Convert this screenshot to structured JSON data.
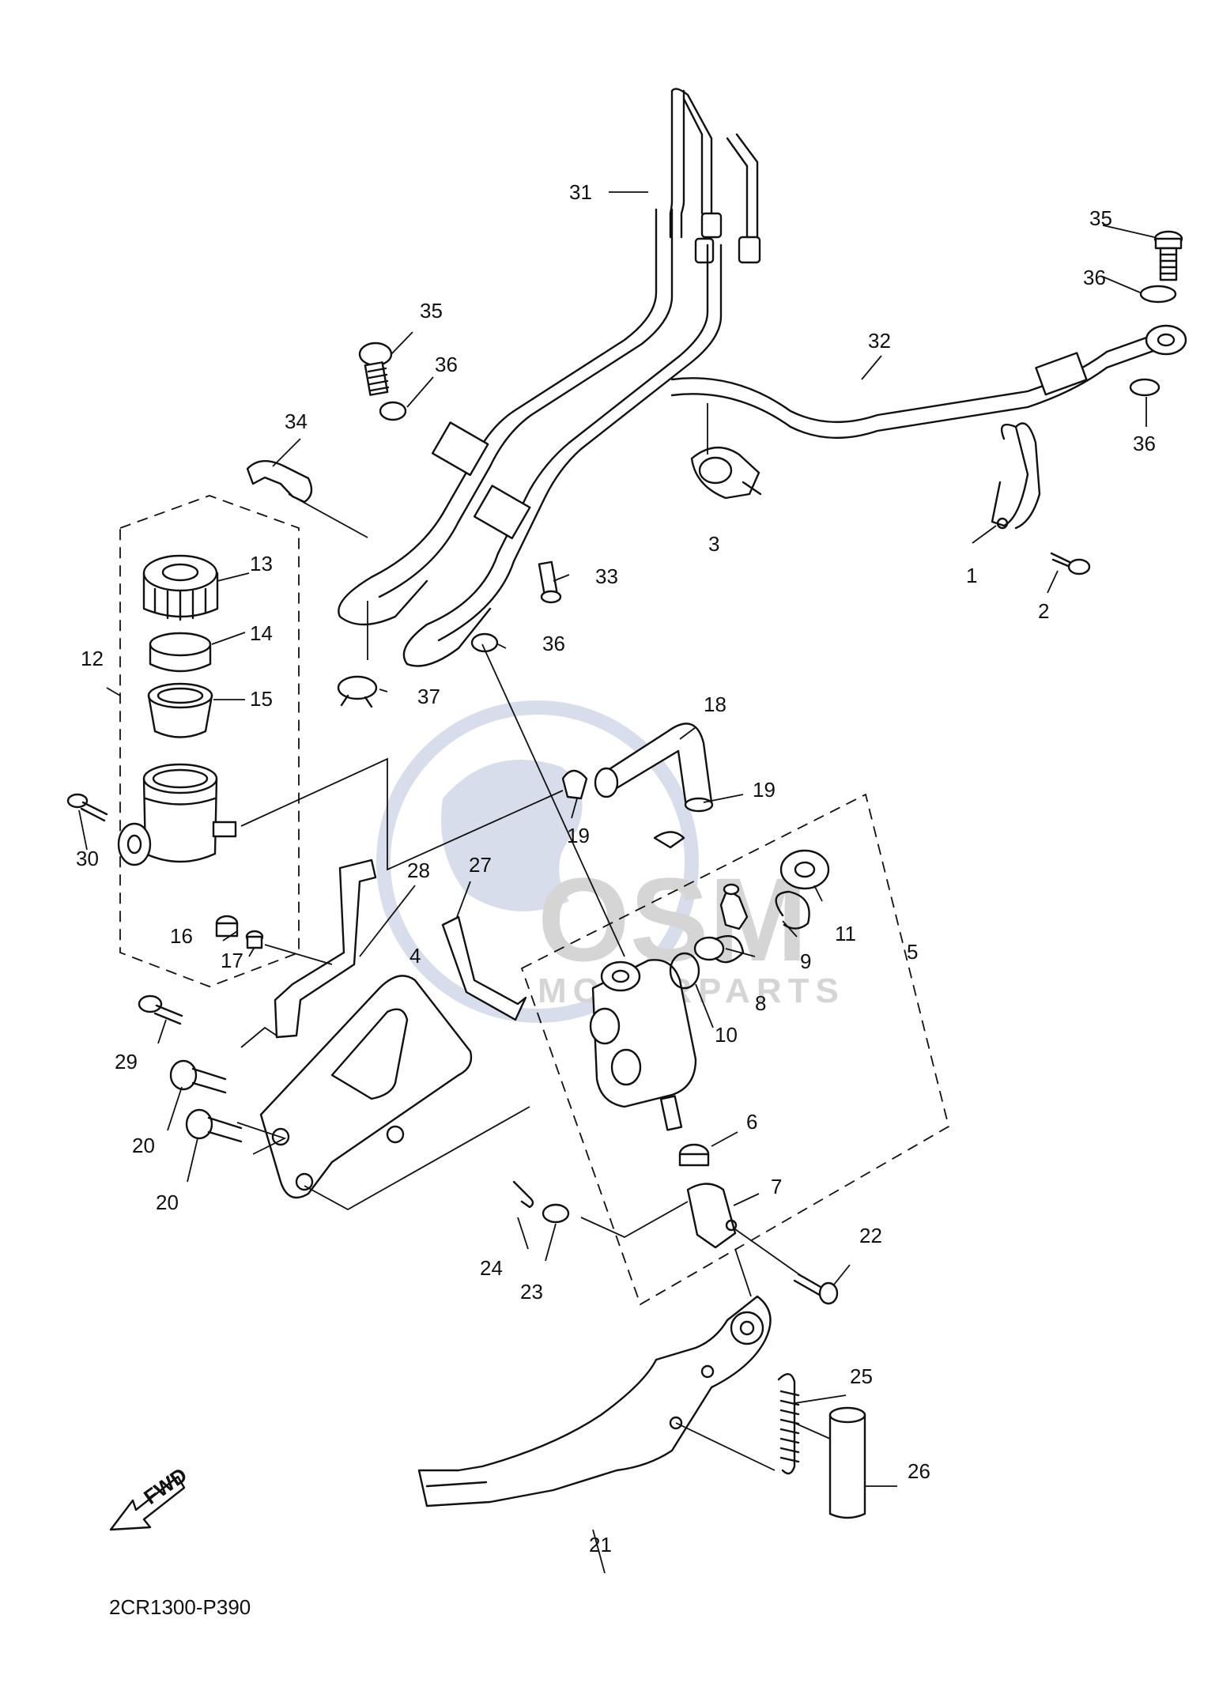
{
  "diagram_code": "2CR1300-P390",
  "fwd_label": "FWD",
  "watermark": {
    "brand": "OSM",
    "sub": "MOTORPARTS",
    "color": "#8fa0c8"
  },
  "callouts": [
    {
      "id": "c1",
      "text": "1"
    },
    {
      "id": "c2",
      "text": "2"
    },
    {
      "id": "c3",
      "text": "3"
    },
    {
      "id": "c4",
      "text": "4"
    },
    {
      "id": "c5",
      "text": "5"
    },
    {
      "id": "c6",
      "text": "6"
    },
    {
      "id": "c7",
      "text": "7"
    },
    {
      "id": "c8",
      "text": "8"
    },
    {
      "id": "c9",
      "text": "9"
    },
    {
      "id": "c10",
      "text": "10"
    },
    {
      "id": "c11",
      "text": "11"
    },
    {
      "id": "c12",
      "text": "12"
    },
    {
      "id": "c13",
      "text": "13"
    },
    {
      "id": "c14",
      "text": "14"
    },
    {
      "id": "c15",
      "text": "15"
    },
    {
      "id": "c16",
      "text": "16"
    },
    {
      "id": "c17",
      "text": "17"
    },
    {
      "id": "c18",
      "text": "18"
    },
    {
      "id": "c19a",
      "text": "19"
    },
    {
      "id": "c19b",
      "text": "19"
    },
    {
      "id": "c20a",
      "text": "20"
    },
    {
      "id": "c20b",
      "text": "20"
    },
    {
      "id": "c21",
      "text": "21"
    },
    {
      "id": "c22",
      "text": "22"
    },
    {
      "id": "c23",
      "text": "23"
    },
    {
      "id": "c24",
      "text": "24"
    },
    {
      "id": "c25",
      "text": "25"
    },
    {
      "id": "c26",
      "text": "26"
    },
    {
      "id": "c27",
      "text": "27"
    },
    {
      "id": "c28",
      "text": "28"
    },
    {
      "id": "c29",
      "text": "29"
    },
    {
      "id": "c30",
      "text": "30"
    },
    {
      "id": "c31",
      "text": "31"
    },
    {
      "id": "c32",
      "text": "32"
    },
    {
      "id": "c33",
      "text": "33"
    },
    {
      "id": "c34",
      "text": "34"
    },
    {
      "id": "c35a",
      "text": "35"
    },
    {
      "id": "c35b",
      "text": "35"
    },
    {
      "id": "c36a",
      "text": "36"
    },
    {
      "id": "c36b",
      "text": "36"
    },
    {
      "id": "c36c",
      "text": "36"
    },
    {
      "id": "c36d",
      "text": "36"
    },
    {
      "id": "c37",
      "text": "37"
    }
  ]
}
